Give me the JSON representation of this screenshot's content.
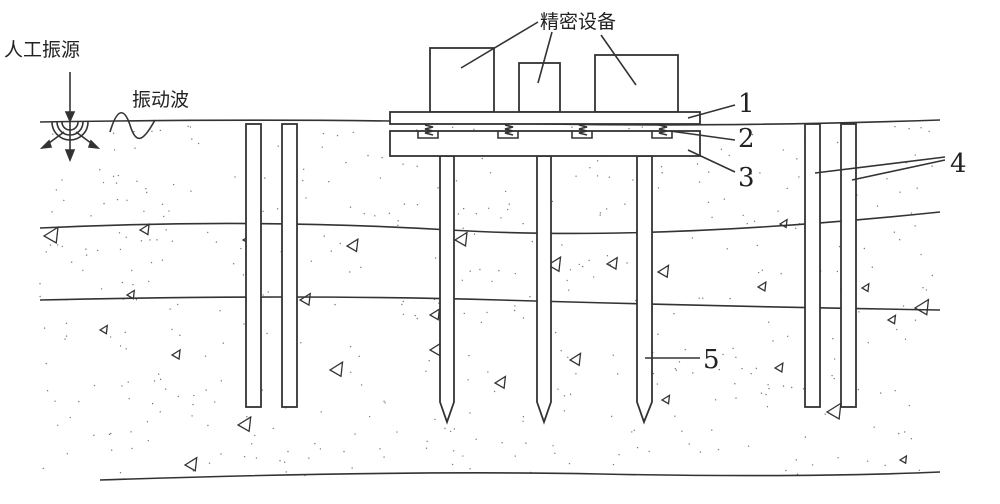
{
  "labels": {
    "source": "人工振源",
    "wave": "振动波",
    "equipment": "精密设备",
    "n1": "1",
    "n2": "2",
    "n3": "3",
    "n4": "4",
    "n5": "5"
  },
  "colors": {
    "line": "#333333",
    "background": "#ffffff"
  }
}
